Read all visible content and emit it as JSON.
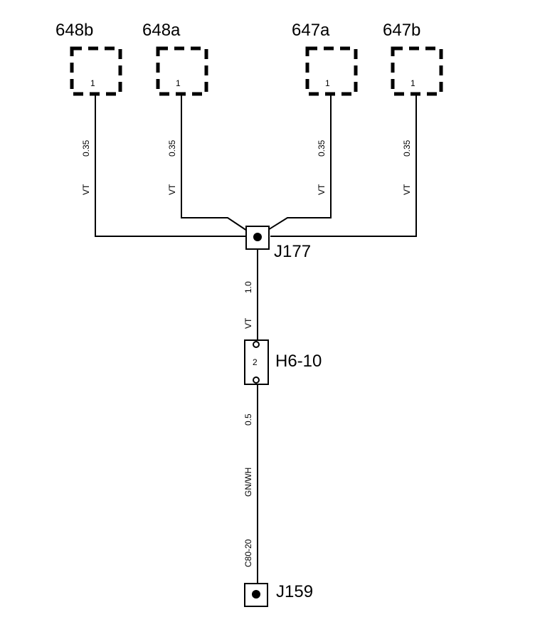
{
  "connectors": {
    "c648b": {
      "label": "648b",
      "pin": "1"
    },
    "c648a": {
      "label": "648a",
      "pin": "1"
    },
    "c647a": {
      "label": "647a",
      "pin": "1"
    },
    "c647b": {
      "label": "647b",
      "pin": "1"
    }
  },
  "wires": {
    "w648b": {
      "size": "0.35",
      "color": "VT"
    },
    "w648a": {
      "size": "0.35",
      "color": "VT"
    },
    "w647a": {
      "size": "0.35",
      "color": "VT"
    },
    "w647b": {
      "size": "0.35",
      "color": "VT"
    },
    "trunk": {
      "size": "1.0",
      "color": "VT"
    },
    "lower": {
      "size": "0.5",
      "color": "GN/WH",
      "circuit": "C80-20"
    }
  },
  "splices": {
    "j177": {
      "label": "J177"
    },
    "j159": {
      "label": "J159"
    }
  },
  "inline_connector": {
    "label": "H6-10",
    "pin": "2"
  }
}
